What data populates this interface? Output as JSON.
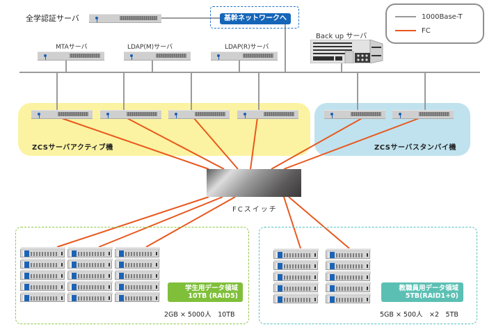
{
  "legend": {
    "items": [
      {
        "label": "1000Base-T",
        "color": "#999999"
      },
      {
        "label": "FC",
        "color": "#e8571c"
      }
    ]
  },
  "core_network": {
    "label": "基幹ネットワークへ"
  },
  "auth_server": {
    "label": "全学認証サーバ"
  },
  "servers": {
    "mta": {
      "label": "MTAサーバ"
    },
    "ldap_m": {
      "label": "LDAP(M)サーバ"
    },
    "ldap_r": {
      "label": "LDAP(R)サーバ"
    },
    "backup": {
      "label": "Back up サーバ"
    }
  },
  "zones": {
    "active": {
      "label": "ZCSサーバアクティブ機",
      "count": 4,
      "color": "#fbf3a1"
    },
    "standby": {
      "label": "ZCSサーバスタンバイ機",
      "count": 2,
      "color": "#bfe2ee"
    }
  },
  "fc_switch": {
    "label": "FCスイッチ"
  },
  "storage": {
    "student": {
      "title": "学生用データ領域",
      "raid": "10TB (RAID5)",
      "capacity": "2GB × 5000人　10TB",
      "stacks": 3,
      "disks_per_stack": 5,
      "color": "#7fbf3a"
    },
    "staff": {
      "title": "教職員用データ領域",
      "raid": "5TB(RAID1+0)",
      "capacity": "5GB × 500人　×2　5TB",
      "stacks": 2,
      "disks_per_stack": 5,
      "color": "#5cbfb4"
    }
  }
}
